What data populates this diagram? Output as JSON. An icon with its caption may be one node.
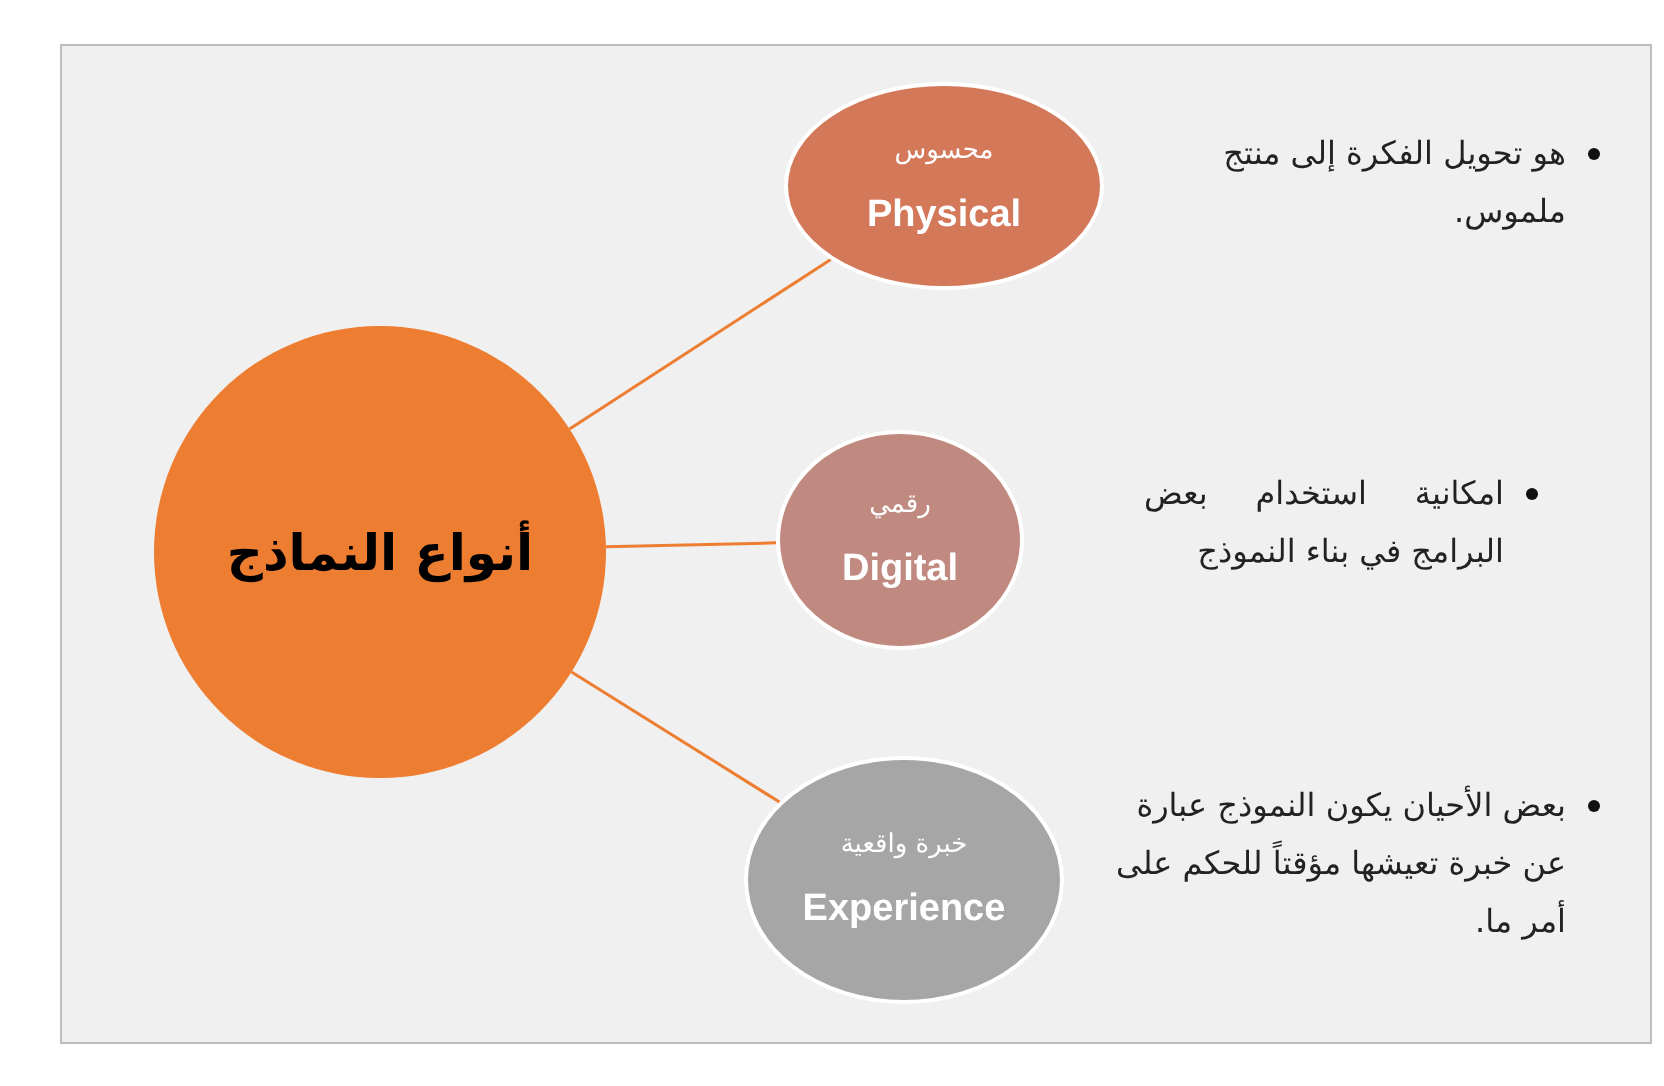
{
  "diagram": {
    "nodes": [
      {
        "text": [
          "أنواع النماذج"
        ]
      },
      {
        "text": [
          "محسوس",
          "Physical"
        ],
        "beside": [
          "هو تحويل الفكرة إلى منتج ملموس."
        ]
      },
      {
        "text": [
          "رقمي",
          "Digital"
        ],
        "beside": [
          "امكانية استخدام بعض البرامج في بناء النموذج"
        ]
      },
      {
        "text": [
          "خبرة واقعية",
          "Experience"
        ],
        "beside": [
          "بعض الأحيان يكون النموذج عبارة عن خبرة تعيشها مؤقتاً للحكم على أمر ما."
        ]
      }
    ],
    "edges": [
      {
        "from": 0,
        "to": 1,
        "arrow": "none"
      },
      {
        "from": 0,
        "to": 2,
        "arrow": "none"
      },
      {
        "from": 0,
        "to": 3,
        "arrow": "none"
      }
    ]
  }
}
